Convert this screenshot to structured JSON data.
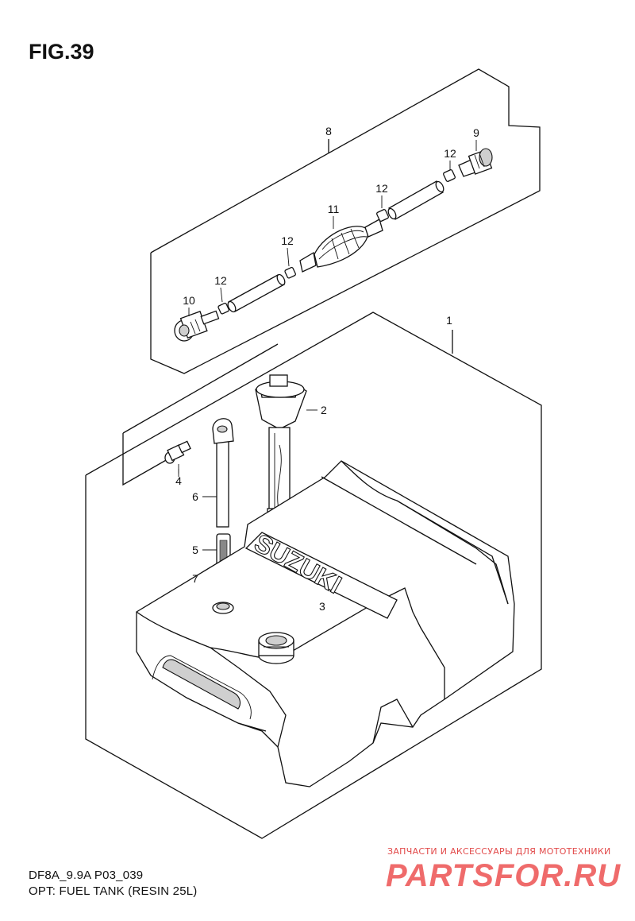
{
  "figure": {
    "title": "FIG.39",
    "model_code": "DF8A_9.9A P03_039",
    "caption": "OPT: FUEL TANK (RESIN 25L)"
  },
  "callouts": [
    {
      "id": "c1",
      "label": "1"
    },
    {
      "id": "c2",
      "label": "2"
    },
    {
      "id": "c3",
      "label": "3"
    },
    {
      "id": "c4",
      "label": "4"
    },
    {
      "id": "c5",
      "label": "5"
    },
    {
      "id": "c6",
      "label": "6"
    },
    {
      "id": "c7",
      "label": "7"
    },
    {
      "id": "c8",
      "label": "8"
    },
    {
      "id": "c9",
      "label": "9"
    },
    {
      "id": "c10",
      "label": "10"
    },
    {
      "id": "c11",
      "label": "11"
    },
    {
      "id": "c12a",
      "label": "12"
    },
    {
      "id": "c12b",
      "label": "12"
    },
    {
      "id": "c12c",
      "label": "12"
    },
    {
      "id": "c12d",
      "label": "12"
    }
  ],
  "tank_logo": "SUZUKI",
  "watermark": {
    "tagline": "ЗАПЧАСТИ И АКСЕССУАРЫ ДЛЯ МОТОТЕХНИКИ",
    "site": "PARTSFOR.RU",
    "color": "#ef6b6b"
  }
}
